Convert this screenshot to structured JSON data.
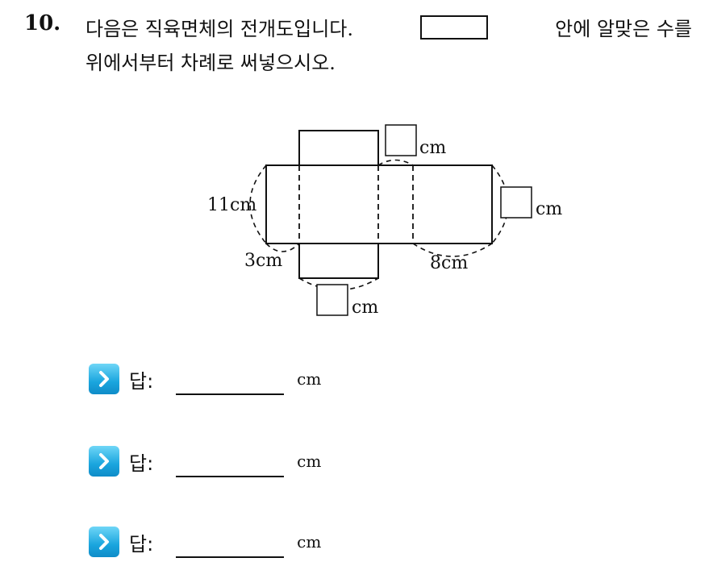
{
  "question": {
    "number": "10.",
    "line1": [
      "다음은 직육면체의 전개도입니다.",
      "안에 알맞은 수를"
    ],
    "line2": "위에서부터 차례로 써넣으시오."
  },
  "net": {
    "labels": {
      "top_unknown_unit": "cm",
      "height": "11cm",
      "right_unknown_unit": "cm",
      "depth": "3cm",
      "length": "8cm",
      "bottom_unknown_unit": "cm"
    }
  },
  "answers": [
    {
      "label": "답:",
      "unit": "cm"
    },
    {
      "label": "답:",
      "unit": "cm"
    },
    {
      "label": "답:",
      "unit": "cm"
    }
  ]
}
